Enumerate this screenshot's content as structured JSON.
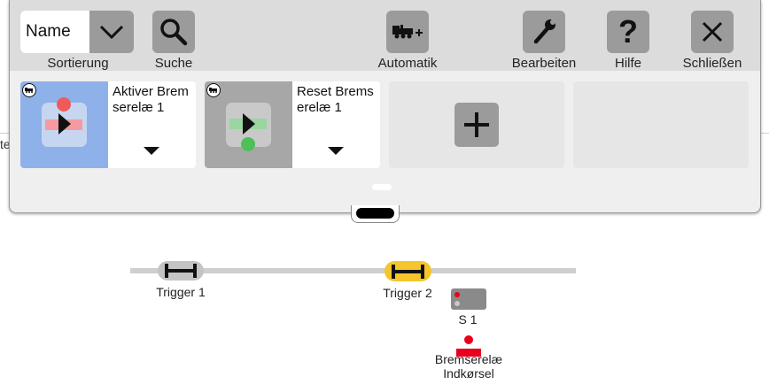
{
  "toolbar": {
    "sort_value": "Name",
    "sort_label": "Sortierung",
    "search_label": "Suche",
    "automatic_label": "Automatik",
    "edit_label": "Bearbeiten",
    "help_label": "Hilfe",
    "close_label": "Schließen"
  },
  "cards": [
    {
      "title": "Aktiver Bremserelæ 1",
      "color": "#8fb1ea"
    },
    {
      "title": "Reset Bremserelæ 1",
      "color": "#a7a7a7"
    }
  ],
  "layout": {
    "edge_text": "te",
    "tracks": [
      {
        "label": "Trigger 1",
        "state": "off",
        "color": "#c4c4c4"
      },
      {
        "label": "Trigger 2",
        "state": "on",
        "color": "#f5c52b"
      }
    ],
    "signal_label": "S 1",
    "relay_label_line1": "Bremserelæ",
    "relay_label_line2": "Indkørsel"
  }
}
